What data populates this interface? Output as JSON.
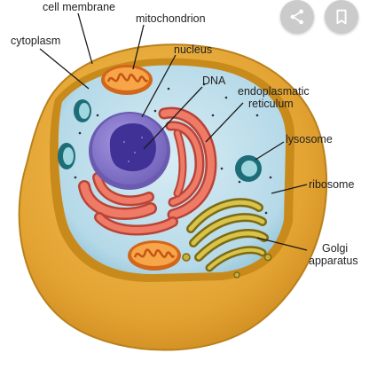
{
  "labels": {
    "cell_membrane": "cell membrane",
    "mitochondrion": "mitochondrion",
    "cytoplasm": "cytoplasm",
    "nucleus": "nucleus",
    "dna": "DNA",
    "er_line1": "endoplasmatic",
    "er_line2": "reticulum",
    "lysosome": "lysosome",
    "ribosome": "ribosome",
    "golgi_line1": "Golgi",
    "golgi_line2": "apparatus"
  },
  "actions": {
    "share_icon": "share-icon",
    "bookmark_icon": "bookmark-icon"
  },
  "colors": {
    "membrane_outer": "#e0a43a",
    "membrane_inner": "#c98a1c",
    "cytoplasm": "#b9dcea",
    "nucleus": "#8f7fd0",
    "dna": "#4b3aa0",
    "er": "#e9695a",
    "mitochondria": "#f08a2a",
    "lysosome": "#2f8e9a",
    "golgi": "#c8b33a",
    "fab": "#c9c9c9"
  }
}
